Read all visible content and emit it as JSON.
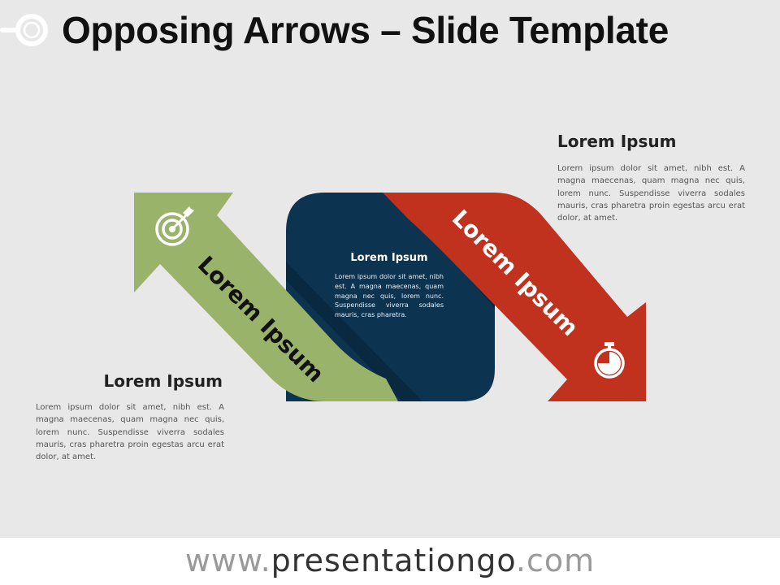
{
  "title": "Opposing Arrows – Slide Template",
  "colors": {
    "green": "#9ab36a",
    "navy": "#0c3451",
    "red": "#c0311e",
    "background": "#e9e8e9"
  },
  "arrows": {
    "green": {
      "label": "Lorem Ipsum",
      "icon": "target-icon"
    },
    "red": {
      "label": "Lorem Ipsum",
      "icon": "stopwatch-icon"
    }
  },
  "center_box": {
    "heading": "Lorem Ipsum",
    "body": "Lorem ipsum dolor sit amet, nibh est. A magna maecenas, quam magna nec quis, lorem nunc. Suspendisse viverra sodales mauris, cras pharetra."
  },
  "text_top_right": {
    "heading": "Lorem Ipsum",
    "body": "Lorem ipsum dolor sit amet, nibh est. A magna maecenas, quam magna nec quis, lorem nunc. Suspendisse viverra sodales mauris, cras pharetra proin egestas arcu erat dolor, at amet."
  },
  "text_bottom_left": {
    "heading": "Lorem Ipsum",
    "body": "Lorem ipsum dolor sit amet, nibh est. A magna maecenas, quam magna nec quis, lorem nunc. Suspendisse viverra sodales mauris, cras pharetra proin egestas arcu erat dolor, at amet."
  },
  "footer": {
    "www": "www.",
    "brand": "presentationgo",
    "tld": ".com"
  }
}
